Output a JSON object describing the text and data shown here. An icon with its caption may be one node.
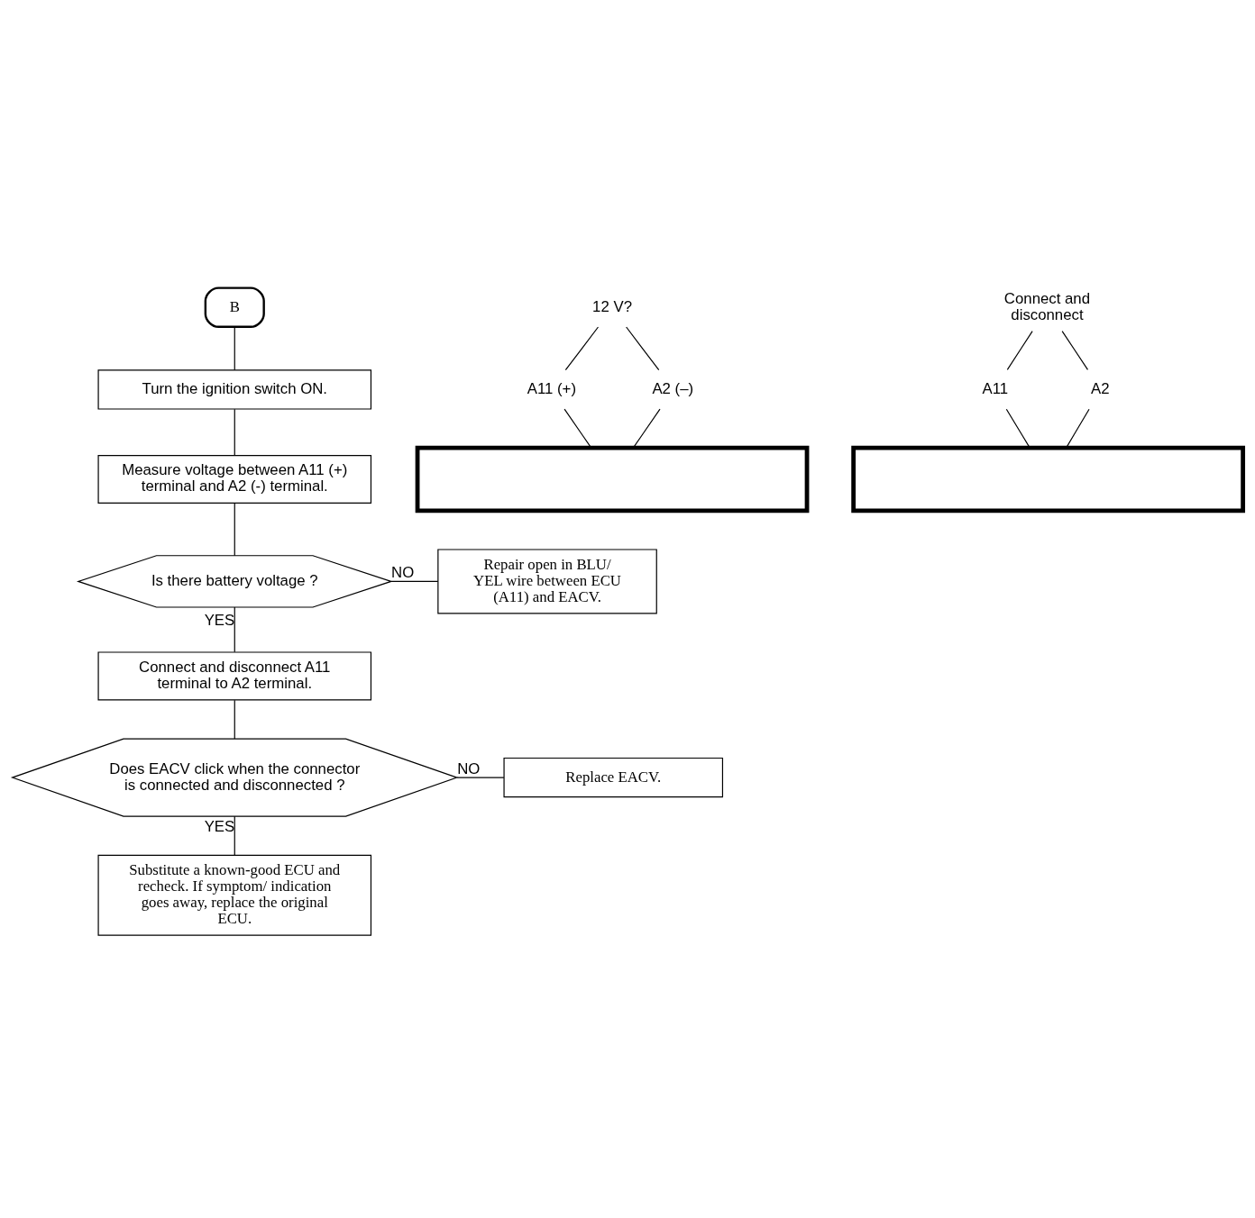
{
  "diagram": {
    "nodes": [
      {
        "text": [
          "B"
        ]
      },
      {
        "text": [
          "Turn the ignition switch ON."
        ]
      },
      {
        "text": [
          "Measure voltage between A11 (+) terminal and A2 (-) terminal."
        ]
      },
      {
        "text": [
          "Is there battery voltage ?"
        ]
      },
      {
        "text": [
          "Repair open in BLU/ YEL wire between ECU (A11) and EACV."
        ]
      },
      {
        "text": [
          "Connect and disconnect A11 terminal to A2 terminal."
        ]
      },
      {
        "text": [
          "Does EACV click when the connector is connected and disconnected ?"
        ]
      },
      {
        "text": [
          "Replace EACV."
        ]
      },
      {
        "text": [
          "Substitute a known-good ECU and recheck. If symptom/ indication goes away, replace the original ECU."
        ]
      },
      {
        "text": [],
        "shape": "box"
      },
      {
        "text": [
          "A11 (+)"
        ]
      },
      {
        "text": [
          "A2 (–)"
        ]
      },
      {
        "text": [
          "12 V?"
        ]
      },
      {
        "text": [],
        "shape": "box"
      },
      {
        "text": [
          "A11"
        ]
      },
      {
        "text": [
          "A2"
        ]
      },
      {
        "text": [
          "Connect and disconnect"
        ]
      }
    ],
    "edges": [
      {
        "from": 0,
        "to": 1,
        "arrow": "none"
      },
      {
        "from": 1,
        "to": 2,
        "arrow": "none"
      },
      {
        "from": 2,
        "to": 3,
        "arrow": "none"
      },
      {
        "from": 3,
        "to": 4,
        "arrow": "none",
        "label": "NO"
      },
      {
        "from": 3,
        "to": 5,
        "arrow": "none",
        "label": "YES"
      },
      {
        "from": 5,
        "to": 6,
        "arrow": "none"
      },
      {
        "from": 6,
        "to": 7,
        "arrow": "none",
        "label": "NO"
      },
      {
        "from": 6,
        "to": 8,
        "arrow": "none",
        "label": "YES"
      },
      {
        "from": 12,
        "to": 10,
        "arrow": "none"
      },
      {
        "from": 10,
        "to": 9,
        "arrow": "none"
      },
      {
        "from": 12,
        "to": 11,
        "arrow": "none"
      },
      {
        "from": 11,
        "to": 9,
        "arrow": "none"
      },
      {
        "from": 16,
        "to": 14,
        "arrow": "none"
      },
      {
        "from": 14,
        "to": 13,
        "arrow": "none"
      },
      {
        "from": 16,
        "to": 15,
        "arrow": "none"
      },
      {
        "from": 15,
        "to": 13,
        "arrow": "none"
      }
    ]
  }
}
